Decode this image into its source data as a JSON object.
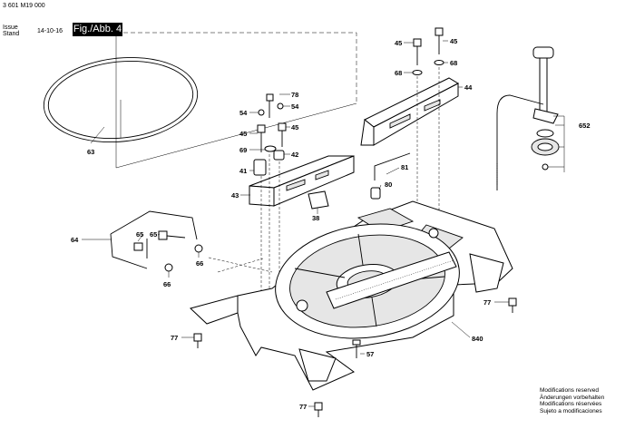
{
  "header": {
    "part_number": "3 601 M19 000",
    "issue_label": "Issue",
    "stand_label": "Stand",
    "date": "14-10-16",
    "figure_label": "Fig./Abb. 4"
  },
  "notes": [
    "Modifications reserved",
    "Änderungen vorbehalten",
    "Modifications réservées",
    "Sujeto a modificaciones"
  ],
  "callouts": {
    "c63": "63",
    "c78": "78",
    "c54a": "54",
    "c54b": "54",
    "c45a": "45",
    "c45b": "45",
    "c69": "69",
    "c42": "42",
    "c41": "41",
    "c43": "43",
    "c38": "38",
    "c45c": "45",
    "c45d": "45",
    "c68a": "68",
    "c68b": "68",
    "c44": "44",
    "c81": "81",
    "c80": "80",
    "c652": "652",
    "c64": "64",
    "c65a": "65",
    "c65b": "65",
    "c66a": "66",
    "c66b": "66",
    "c77a": "77",
    "c77b": "77",
    "c77c": "77",
    "c57": "57",
    "c840": "840"
  }
}
